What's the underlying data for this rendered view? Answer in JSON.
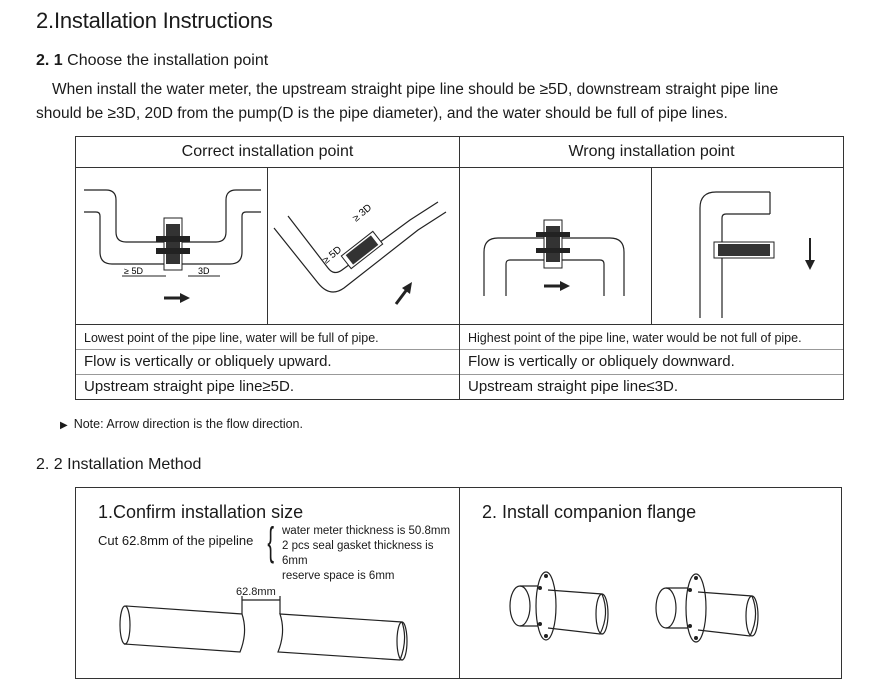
{
  "heading": "2.Installation Instructions",
  "section1": {
    "number": "2. 1",
    "title": "Choose the installation point",
    "paragraph_line1": "When install the water meter, the upstream straight pipe line should be ≥5D, downstream straight pipe line",
    "paragraph_line2": "should be ≥3D, 20D from the pump(D is the pipe diameter), and the water should be full of pipe lines."
  },
  "table1": {
    "header_correct": "Correct installation point",
    "header_wrong": "Wrong installation point",
    "diagram_labels": {
      "ge5d": "≥ 5D",
      "3d": "3D",
      "ge5d_oblique": "≥ 5D",
      "ge3d_oblique": "≥ 3D"
    },
    "correct_line1": "Lowest point of the pipe line, water will be full of pipe.",
    "correct_line2": "Flow is vertically or obliquely upward.",
    "correct_line3": "Upstream straight pipe line≥5D.",
    "wrong_line1": "Highest point of the pipe line, water would be not full of pipe.",
    "wrong_line2": "Flow is vertically or obliquely downward.",
    "wrong_line3": "Upstream straight pipe line≤3D."
  },
  "note": "Note: Arrow direction is the flow direction.",
  "section2": {
    "title": "2. 2 Installation Method",
    "step1_title": "1.Confirm installation size",
    "step1_cut": "Cut 62.8mm of the pipeline",
    "step1_items": [
      "water meter thickness is 50.8mm",
      "2 pcs seal gasket thickness is 6mm",
      "reserve space is 6mm"
    ],
    "step1_measure": "62.8mm",
    "step2_title": "2. Install companion flange"
  }
}
